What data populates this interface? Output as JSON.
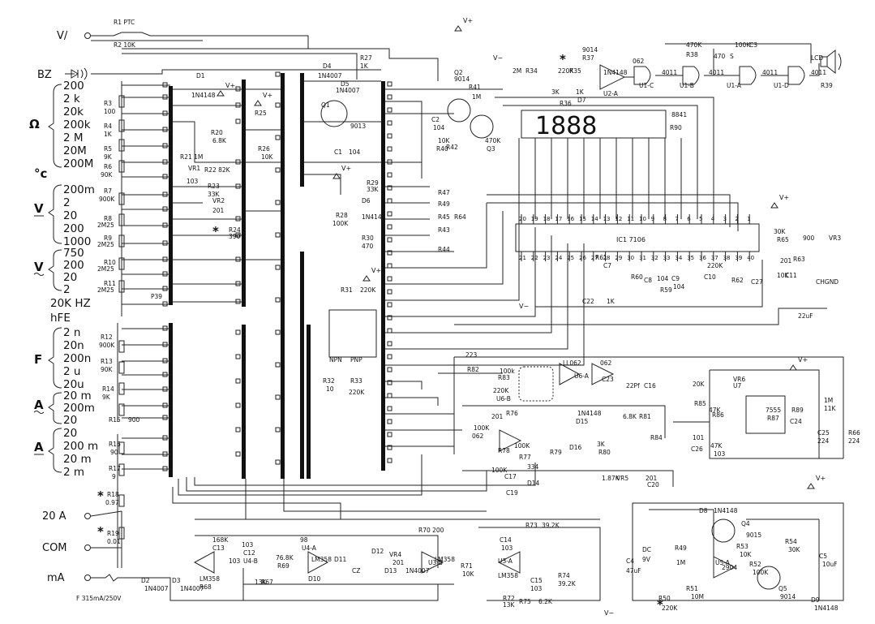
{
  "inputs": {
    "volt": "V/",
    "buzzer": "BZ",
    "amp20": "20 A",
    "com": "COM",
    "ma": "mA",
    "fuse": "F 315mA/250V"
  },
  "groups": {
    "ohm": {
      "symbol": "Ω",
      "ranges": [
        "200",
        "2 k",
        "20k",
        "200k",
        "2 M",
        "20M",
        "200M"
      ]
    },
    "temp": {
      "symbol": "°c"
    },
    "dcv": {
      "symbol": "V",
      "ranges": [
        "200m",
        "2",
        "20",
        "200",
        "1000"
      ]
    },
    "acv": {
      "symbol": "V",
      "ranges": [
        "750",
        "200",
        "20",
        "2"
      ]
    },
    "hz": {
      "label": "20K HZ"
    },
    "hfe": {
      "label": "hFE"
    },
    "cap": {
      "symbol": "F",
      "ranges": [
        "2 n",
        "20n",
        "200n",
        "2 u",
        "20u"
      ]
    },
    "aca": {
      "symbol": "A",
      "ranges": [
        "20 m",
        "200m",
        "20"
      ]
    },
    "dca": {
      "symbol": "A",
      "ranges": [
        "20",
        "200 m",
        "20 m",
        "2 m"
      ]
    }
  },
  "components": [
    {
      "ref": "R1 PTC"
    },
    {
      "ref": "R2 10K"
    },
    {
      "ref": "R3"
    },
    {
      "ref": "100"
    },
    {
      "ref": "R4"
    },
    {
      "ref": "1K"
    },
    {
      "ref": "R5"
    },
    {
      "ref": "9K"
    },
    {
      "ref": "R6"
    },
    {
      "ref": "90K"
    },
    {
      "ref": "R7"
    },
    {
      "ref": "900K"
    },
    {
      "ref": "R8"
    },
    {
      "ref": "2M25"
    },
    {
      "ref": "R9"
    },
    {
      "ref": "2M25"
    },
    {
      "ref": "R10"
    },
    {
      "ref": "2M25"
    },
    {
      "ref": "R11"
    },
    {
      "ref": "2M25"
    },
    {
      "ref": "R12"
    },
    {
      "ref": "900K"
    },
    {
      "ref": "R13"
    },
    {
      "ref": "90K"
    },
    {
      "ref": "R14"
    },
    {
      "ref": "9K"
    },
    {
      "ref": "R15"
    },
    {
      "ref": "900"
    },
    {
      "ref": "R16"
    },
    {
      "ref": "90"
    },
    {
      "ref": "R17"
    },
    {
      "ref": "9"
    },
    {
      "ref": "R18"
    },
    {
      "ref": "0.97"
    },
    {
      "ref": "R19"
    },
    {
      "ref": "0.01"
    },
    {
      "ref": "D1"
    },
    {
      "ref": "1N4148"
    },
    {
      "ref": "R20"
    },
    {
      "ref": "6.8K"
    },
    {
      "ref": "VR1"
    },
    {
      "ref": "R21 1M"
    },
    {
      "ref": "103"
    },
    {
      "ref": "R22 82K"
    },
    {
      "ref": "R23"
    },
    {
      "ref": "33K"
    },
    {
      "ref": "VR2"
    },
    {
      "ref": "201"
    },
    {
      "ref": "R24"
    },
    {
      "ref": "390"
    },
    {
      "ref": "R25"
    },
    {
      "ref": "R26"
    },
    {
      "ref": "10K"
    },
    {
      "ref": "D4"
    },
    {
      "ref": "1N4007"
    },
    {
      "ref": "D5"
    },
    {
      "ref": "1N4007"
    },
    {
      "ref": "Q1"
    },
    {
      "ref": "9013"
    },
    {
      "ref": "C1"
    },
    {
      "ref": "104"
    },
    {
      "ref": "R27"
    },
    {
      "ref": "1K"
    },
    {
      "ref": "R29"
    },
    {
      "ref": "33K"
    },
    {
      "ref": "D6"
    },
    {
      "ref": "1N4148"
    },
    {
      "ref": "R28"
    },
    {
      "ref": "100K"
    },
    {
      "ref": "R30"
    },
    {
      "ref": "470"
    },
    {
      "ref": "R31"
    },
    {
      "ref": "220K"
    },
    {
      "ref": "R32"
    },
    {
      "ref": "10"
    },
    {
      "ref": "R33"
    },
    {
      "ref": "220K"
    },
    {
      "ref": "NPN"
    },
    {
      "ref": "PNP"
    },
    {
      "ref": "Q2"
    },
    {
      "ref": "9014"
    },
    {
      "ref": "R41"
    },
    {
      "ref": "1M"
    },
    {
      "ref": "C2"
    },
    {
      "ref": "104"
    },
    {
      "ref": "R40"
    },
    {
      "ref": "10K"
    },
    {
      "ref": "R42"
    },
    {
      "ref": "470K"
    },
    {
      "ref": "Q3"
    },
    {
      "ref": "9014"
    },
    {
      "ref": "R37"
    },
    {
      "ref": "2M"
    },
    {
      "ref": "R34"
    },
    {
      "ref": "220K"
    },
    {
      "ref": "R35"
    },
    {
      "ref": "3K"
    },
    {
      "ref": "R36"
    },
    {
      "ref": "1K"
    },
    {
      "ref": "D7"
    },
    {
      "ref": "1N4148"
    },
    {
      "ref": "U2-A"
    },
    {
      "ref": "062"
    },
    {
      "ref": "U1-C"
    },
    {
      "ref": "4011"
    },
    {
      "ref": "U1-B"
    },
    {
      "ref": "4011"
    },
    {
      "ref": "U1-A"
    },
    {
      "ref": "4011"
    },
    {
      "ref": "U1-D"
    },
    {
      "ref": "4011"
    },
    {
      "ref": "R39"
    },
    {
      "ref": "470K"
    },
    {
      "ref": "R38"
    },
    {
      "ref": "100K"
    },
    {
      "ref": "C3"
    },
    {
      "ref": "470"
    },
    {
      "ref": "S"
    },
    {
      "ref": "LCD"
    },
    {
      "ref": "8841"
    },
    {
      "ref": "R90"
    },
    {
      "ref": "R47"
    },
    {
      "ref": "R49"
    },
    {
      "ref": "R45"
    },
    {
      "ref": "R43"
    },
    {
      "ref": "R44"
    },
    {
      "ref": "R64"
    },
    {
      "ref": "30K"
    },
    {
      "ref": "R65"
    },
    {
      "ref": "900"
    },
    {
      "ref": "VR3"
    },
    {
      "ref": "201"
    },
    {
      "ref": "R63"
    },
    {
      "ref": "10K"
    },
    {
      "ref": "C11"
    },
    {
      "ref": "CHGND"
    },
    {
      "ref": "22uF"
    },
    {
      "ref": "C22"
    },
    {
      "ref": "223"
    },
    {
      "ref": "R82"
    },
    {
      "ref": "100k"
    },
    {
      "ref": "R83"
    },
    {
      "ref": "220K"
    },
    {
      "ref": "U6-B"
    },
    {
      "ref": "LL062"
    },
    {
      "ref": "U6-A"
    },
    {
      "ref": "062"
    },
    {
      "ref": "C23"
    },
    {
      "ref": "22Pf"
    },
    {
      "ref": "C16"
    },
    {
      "ref": "201"
    },
    {
      "ref": "R76"
    },
    {
      "ref": "100K"
    },
    {
      "ref": "062"
    },
    {
      "ref": "R78"
    },
    {
      "ref": "100K"
    },
    {
      "ref": "R77"
    },
    {
      "ref": "100K"
    },
    {
      "ref": "C17"
    },
    {
      "ref": "C19"
    },
    {
      "ref": "334"
    },
    {
      "ref": "D14"
    },
    {
      "ref": "1N4148"
    },
    {
      "ref": "D15"
    },
    {
      "ref": "D16"
    },
    {
      "ref": "R79"
    },
    {
      "ref": "3K"
    },
    {
      "ref": "R80"
    },
    {
      "ref": "6.8K"
    },
    {
      "ref": "R81"
    },
    {
      "ref": "1.87K"
    },
    {
      "ref": "VR5"
    },
    {
      "ref": "201"
    },
    {
      "ref": "C20"
    },
    {
      "ref": "R84"
    },
    {
      "ref": "20K"
    },
    {
      "ref": "R85"
    },
    {
      "ref": "47K"
    },
    {
      "ref": "R86"
    },
    {
      "ref": "47K"
    },
    {
      "ref": "103"
    },
    {
      "ref": "VR6"
    },
    {
      "ref": "U7"
    },
    {
      "ref": "7555"
    },
    {
      "ref": "R87"
    },
    {
      "ref": "1M"
    },
    {
      "ref": "11K"
    },
    {
      "ref": "R89"
    },
    {
      "ref": "C24"
    },
    {
      "ref": "101"
    },
    {
      "ref": "C26"
    },
    {
      "ref": "224"
    },
    {
      "ref": "C25"
    },
    {
      "ref": "224"
    },
    {
      "ref": "R66"
    },
    {
      "ref": "168K"
    },
    {
      "ref": "C13"
    },
    {
      "ref": "103"
    },
    {
      "ref": "C12"
    },
    {
      "ref": "103"
    },
    {
      "ref": "U4-B"
    },
    {
      "ref": "LM358"
    },
    {
      "ref": "R68"
    },
    {
      "ref": "76.8K"
    },
    {
      "ref": "R69"
    },
    {
      "ref": "13K"
    },
    {
      "ref": "R67"
    },
    {
      "ref": "98"
    },
    {
      "ref": "U4-A"
    },
    {
      "ref": "LM358"
    },
    {
      "ref": "D10"
    },
    {
      "ref": "D11"
    },
    {
      "ref": "CZ"
    },
    {
      "ref": "D12"
    },
    {
      "ref": "D13"
    },
    {
      "ref": "1N4007"
    },
    {
      "ref": "R70 200"
    },
    {
      "ref": "VR4"
    },
    {
      "ref": "201"
    },
    {
      "ref": "U3-B"
    },
    {
      "ref": "LM358"
    },
    {
      "ref": "R71"
    },
    {
      "ref": "10K"
    },
    {
      "ref": "R73"
    },
    {
      "ref": "39.2K"
    },
    {
      "ref": "C14"
    },
    {
      "ref": "103"
    },
    {
      "ref": "U3-A"
    },
    {
      "ref": "LM358"
    },
    {
      "ref": "C15"
    },
    {
      "ref": "103"
    },
    {
      "ref": "R74"
    },
    {
      "ref": "39.2K"
    },
    {
      "ref": "R72"
    },
    {
      "ref": "13K"
    },
    {
      "ref": "R75"
    },
    {
      "ref": "6.2K"
    },
    {
      "ref": "D8"
    },
    {
      "ref": "1N4148"
    },
    {
      "ref": "Q4"
    },
    {
      "ref": "9015"
    },
    {
      "ref": "R53"
    },
    {
      "ref": "10K"
    },
    {
      "ref": "R54"
    },
    {
      "ref": "30K"
    },
    {
      "ref": "C5"
    },
    {
      "ref": "10uF"
    },
    {
      "ref": "R52"
    },
    {
      "ref": "100K"
    },
    {
      "ref": "U5-A"
    },
    {
      "ref": "2904"
    },
    {
      "ref": "Q5"
    },
    {
      "ref": "9014"
    },
    {
      "ref": "D9"
    },
    {
      "ref": "1N4148"
    },
    {
      "ref": "R49"
    },
    {
      "ref": "1M"
    },
    {
      "ref": "R51"
    },
    {
      "ref": "10M"
    },
    {
      "ref": "R50"
    },
    {
      "ref": "220K"
    },
    {
      "ref": "C4"
    },
    {
      "ref": "47uF"
    },
    {
      "ref": "DC"
    },
    {
      "ref": "9V"
    },
    {
      "ref": "D2"
    },
    {
      "ref": "1N4007"
    },
    {
      "ref": "D3"
    },
    {
      "ref": "1N4007"
    },
    {
      "ref": "P39"
    },
    {
      "ref": "C9"
    },
    {
      "ref": "104"
    },
    {
      "ref": "C7"
    },
    {
      "ref": "R61"
    },
    {
      "ref": "220K"
    },
    {
      "ref": "C10"
    },
    {
      "ref": "R62"
    },
    {
      "ref": "C27"
    },
    {
      "ref": "104"
    },
    {
      "ref": "R59"
    },
    {
      "ref": "R60"
    },
    {
      "ref": "C8"
    },
    {
      "ref": "1K"
    }
  ],
  "ic1": {
    "label": "IC1 7106",
    "pins_top": [
      "20",
      "19",
      "18",
      "17",
      "16",
      "15",
      "14",
      "13",
      "12",
      "11",
      "10",
      "9",
      "8",
      "7",
      "6",
      "5",
      "4",
      "3",
      "2",
      "1"
    ],
    "pins_bottom": [
      "21",
      "22",
      "23",
      "24",
      "25",
      "26",
      "27",
      "28",
      "29",
      "30",
      "31",
      "32",
      "33",
      "34",
      "35",
      "36",
      "37",
      "38",
      "39",
      "40"
    ]
  },
  "lcd": {
    "digits": "1888"
  },
  "supply": {
    "vplus": "V+",
    "vminus": "V−"
  },
  "marks": {
    "asterisk": "*"
  }
}
